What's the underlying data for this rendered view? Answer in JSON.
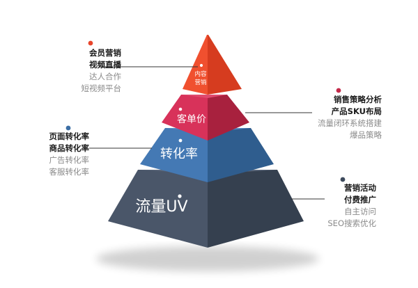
{
  "pyramid": {
    "tiers": [
      {
        "id": "content",
        "label_line1": "内容",
        "label_line2": "营销",
        "color": "#e8452c"
      },
      {
        "id": "aov",
        "label": "客单价",
        "color": "#c42a4a"
      },
      {
        "id": "conversion",
        "label": "转化率",
        "color": "#3b6ea5"
      },
      {
        "id": "traffic",
        "label": "流量UV",
        "color": "#3d4a5c"
      }
    ]
  },
  "annotations": [
    {
      "id": "content",
      "dot_color": "#e8452c",
      "bold": [
        "会员营销",
        "视频直播"
      ],
      "light": [
        "达人合作",
        "短视频平台"
      ]
    },
    {
      "id": "aov",
      "dot_color": "#c42a4a",
      "bold": [
        "销售策略分析",
        "产品SKU布局"
      ],
      "light": [
        "流量闭环系统搭建",
        "爆品策略"
      ]
    },
    {
      "id": "conversion",
      "dot_color": "#3b6ea5",
      "bold": [
        "页面转化率",
        "商品转化率"
      ],
      "light": [
        "广告转化率",
        "客服转化率"
      ]
    },
    {
      "id": "traffic",
      "dot_color": "#3d4a5c",
      "bold": [
        "营销活动",
        "付费推广"
      ],
      "light": [
        "自主访问",
        "SEO搜索优化"
      ]
    }
  ]
}
